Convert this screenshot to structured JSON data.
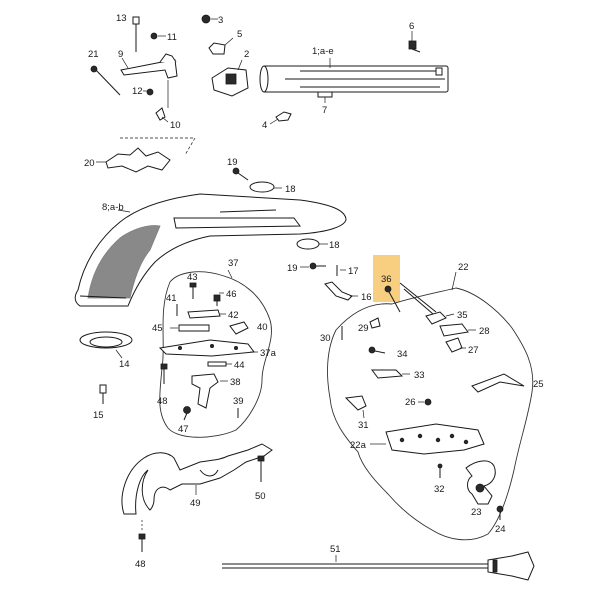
{
  "diagram": {
    "highlight_color": "#f7c66a",
    "highlighted_part": "36",
    "labels": {
      "p1": "1;a-e",
      "p2": "2",
      "p3": "3",
      "p4": "4",
      "p5": "5",
      "p6": "6",
      "p7": "7",
      "p8": "8;a-b",
      "p9": "9",
      "p10": "10",
      "p11": "11",
      "p12": "12",
      "p13": "13",
      "p14": "14",
      "p15": "15",
      "p16": "16",
      "p17": "17",
      "p18a": "18",
      "p18b": "18",
      "p19a": "19",
      "p19b": "19",
      "p20": "20",
      "p21": "21",
      "p22": "22",
      "p22a": "22a",
      "p23": "23",
      "p24": "24",
      "p25": "25",
      "p26": "26",
      "p27": "27",
      "p28": "28",
      "p29": "29",
      "p30": "30",
      "p31": "31",
      "p32": "32",
      "p33": "33",
      "p34": "34",
      "p35": "35",
      "p36": "36",
      "p37": "37",
      "p37a": "37a",
      "p38": "38",
      "p39": "39",
      "p40": "40",
      "p41": "41",
      "p42": "42",
      "p43": "43",
      "p44": "44",
      "p45": "45",
      "p46": "46",
      "p47": "47",
      "p48a": "48",
      "p48b": "48",
      "p49": "49",
      "p50": "50",
      "p51": "51"
    }
  }
}
